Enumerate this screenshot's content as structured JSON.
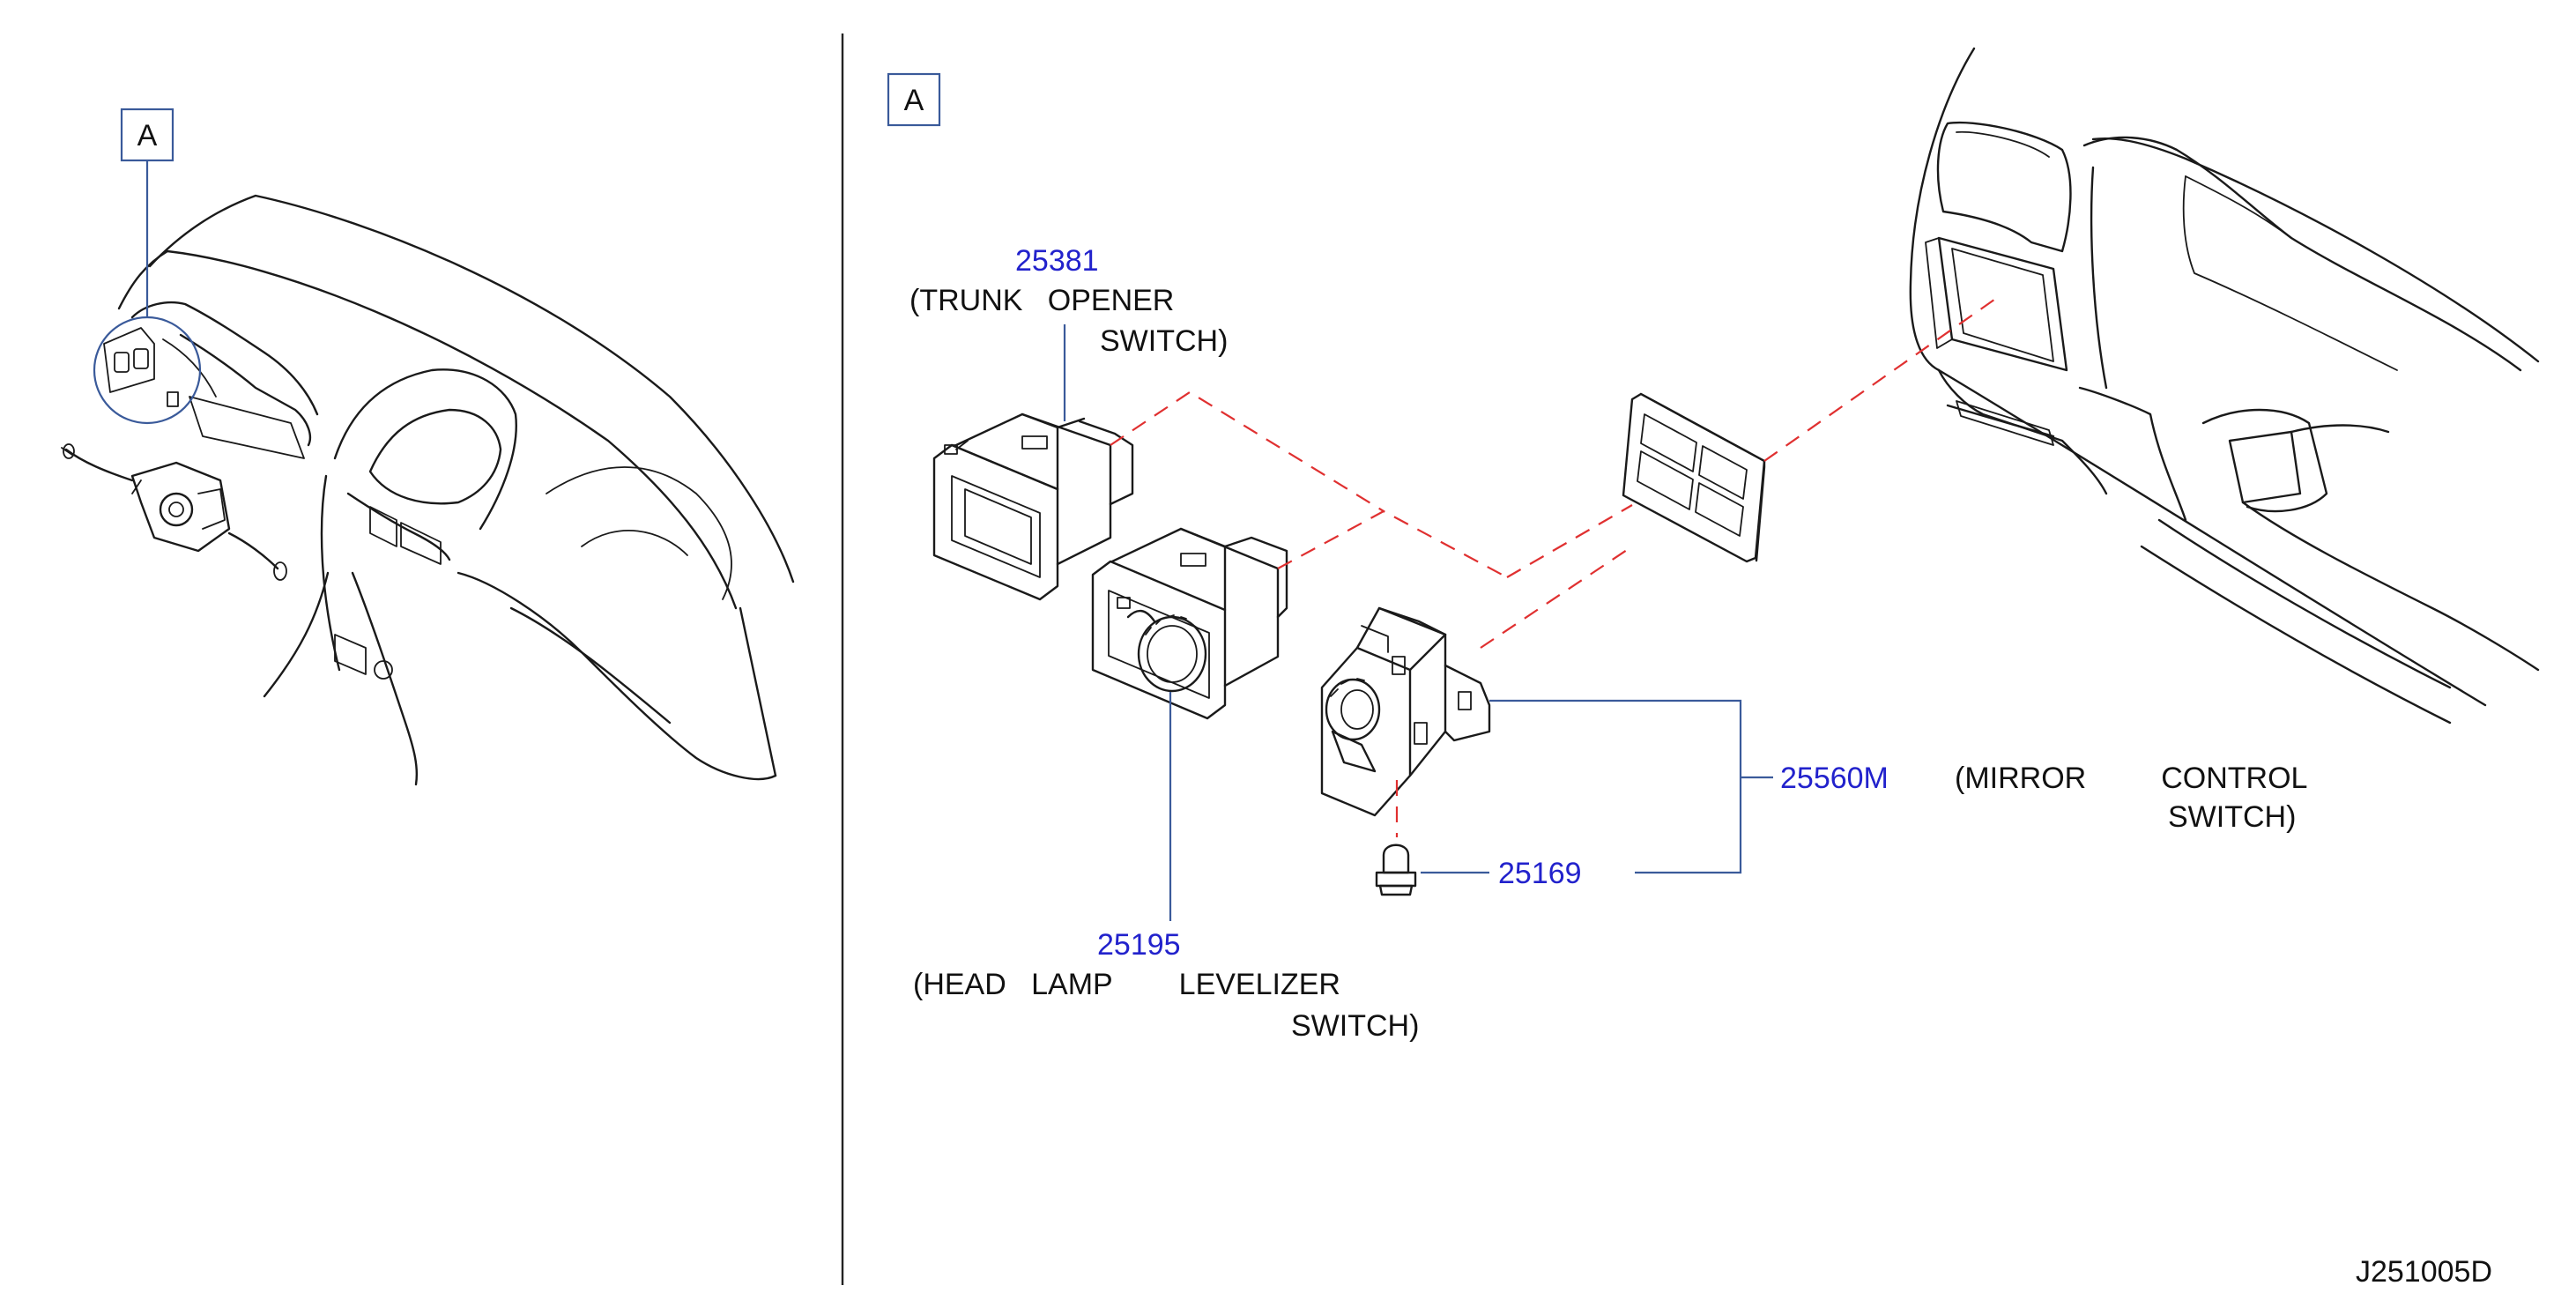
{
  "callouts": {
    "left": "A",
    "right": "A"
  },
  "parts": {
    "trunk_opener": {
      "number": "25381",
      "desc_line1": "(TRUNK   OPENER",
      "desc_line2": "SWITCH)"
    },
    "headlamp_levelizer": {
      "number": "25195",
      "desc_line1": "(HEAD   LAMP        LEVELIZER",
      "desc_line2": "SWITCH)"
    },
    "mirror_control": {
      "number": "25560M",
      "desc_line1": "(MIRROR         CONTROL",
      "desc_line2": "SWITCH)"
    },
    "bulb": {
      "number": "25169"
    }
  },
  "diagram_code": "J251005D",
  "colors": {
    "part_number": "#2222cc",
    "leader": "#3a5a9a",
    "assembly_dash": "#e03030"
  }
}
